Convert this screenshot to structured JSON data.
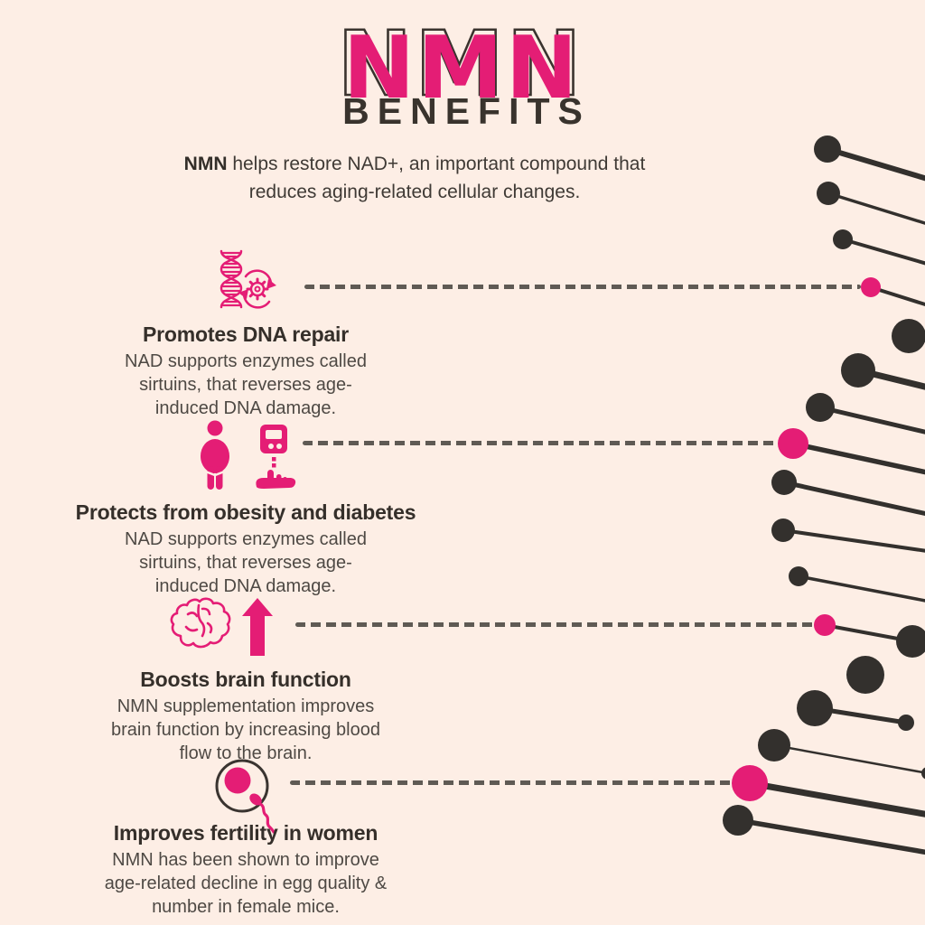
{
  "colors": {
    "background": "#fdeee5",
    "accent": "#e41d75",
    "dark": "#352f2a",
    "body_text": "#4e4944",
    "dash": "#5f5a54",
    "dot": "#33302d"
  },
  "header": {
    "title": "NMN",
    "subtitle": "BENEFITS"
  },
  "intro": {
    "bold": "NMN",
    "line1": " helps restore NAD+, an important compound that",
    "line2": "reduces aging-related cellular changes."
  },
  "sections": [
    {
      "icon": "dna-repair-icon",
      "heading": "Promotes DNA repair",
      "body": [
        "NAD supports enzymes called",
        "sirtuins, that reverses age-",
        "induced DNA damage."
      ]
    },
    {
      "icon": "obesity-diabetes-icon",
      "heading": "Protects from obesity and diabetes",
      "body": [
        "NAD supports enzymes called",
        "sirtuins, that reverses age-",
        "induced DNA damage."
      ]
    },
    {
      "icon": "brain-function-icon",
      "heading": "Boosts brain function",
      "body": [
        "NMN supplementation improves",
        "brain function by increasing blood",
        "flow to the brain."
      ]
    },
    {
      "icon": "fertility-icon",
      "heading": "Improves fertility in women",
      "body": [
        "NMN has been shown to improve",
        "age-related decline in egg quality &",
        "number in female mice."
      ]
    }
  ],
  "illustration": {
    "name": "dna-helix",
    "dot_color": "#33302d",
    "accent_dot_color": "#e41d75"
  }
}
